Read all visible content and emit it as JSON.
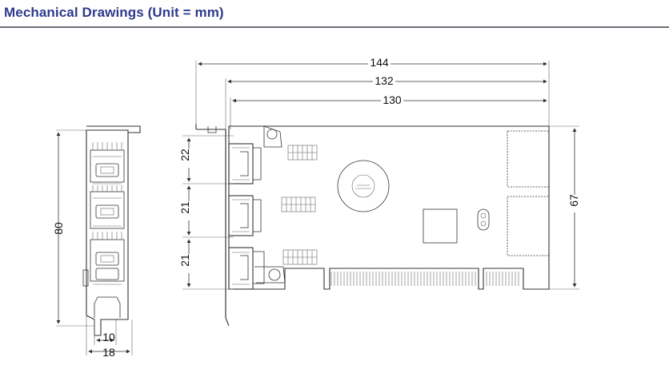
{
  "header": {
    "title": "Mechanical Drawings (Unit = mm)"
  },
  "dimensions": {
    "side_height": "80",
    "side_inner_width": "10",
    "side_outer_width": "18",
    "top_overall": "144",
    "top_mid": "132",
    "top_inner": "130",
    "port_gap_1": "22",
    "port_gap_2": "21",
    "port_gap_3": "21",
    "board_height": "67"
  },
  "colors": {
    "title": "#2d3a8c",
    "rule": "#6b6f78",
    "line": "#333333"
  }
}
